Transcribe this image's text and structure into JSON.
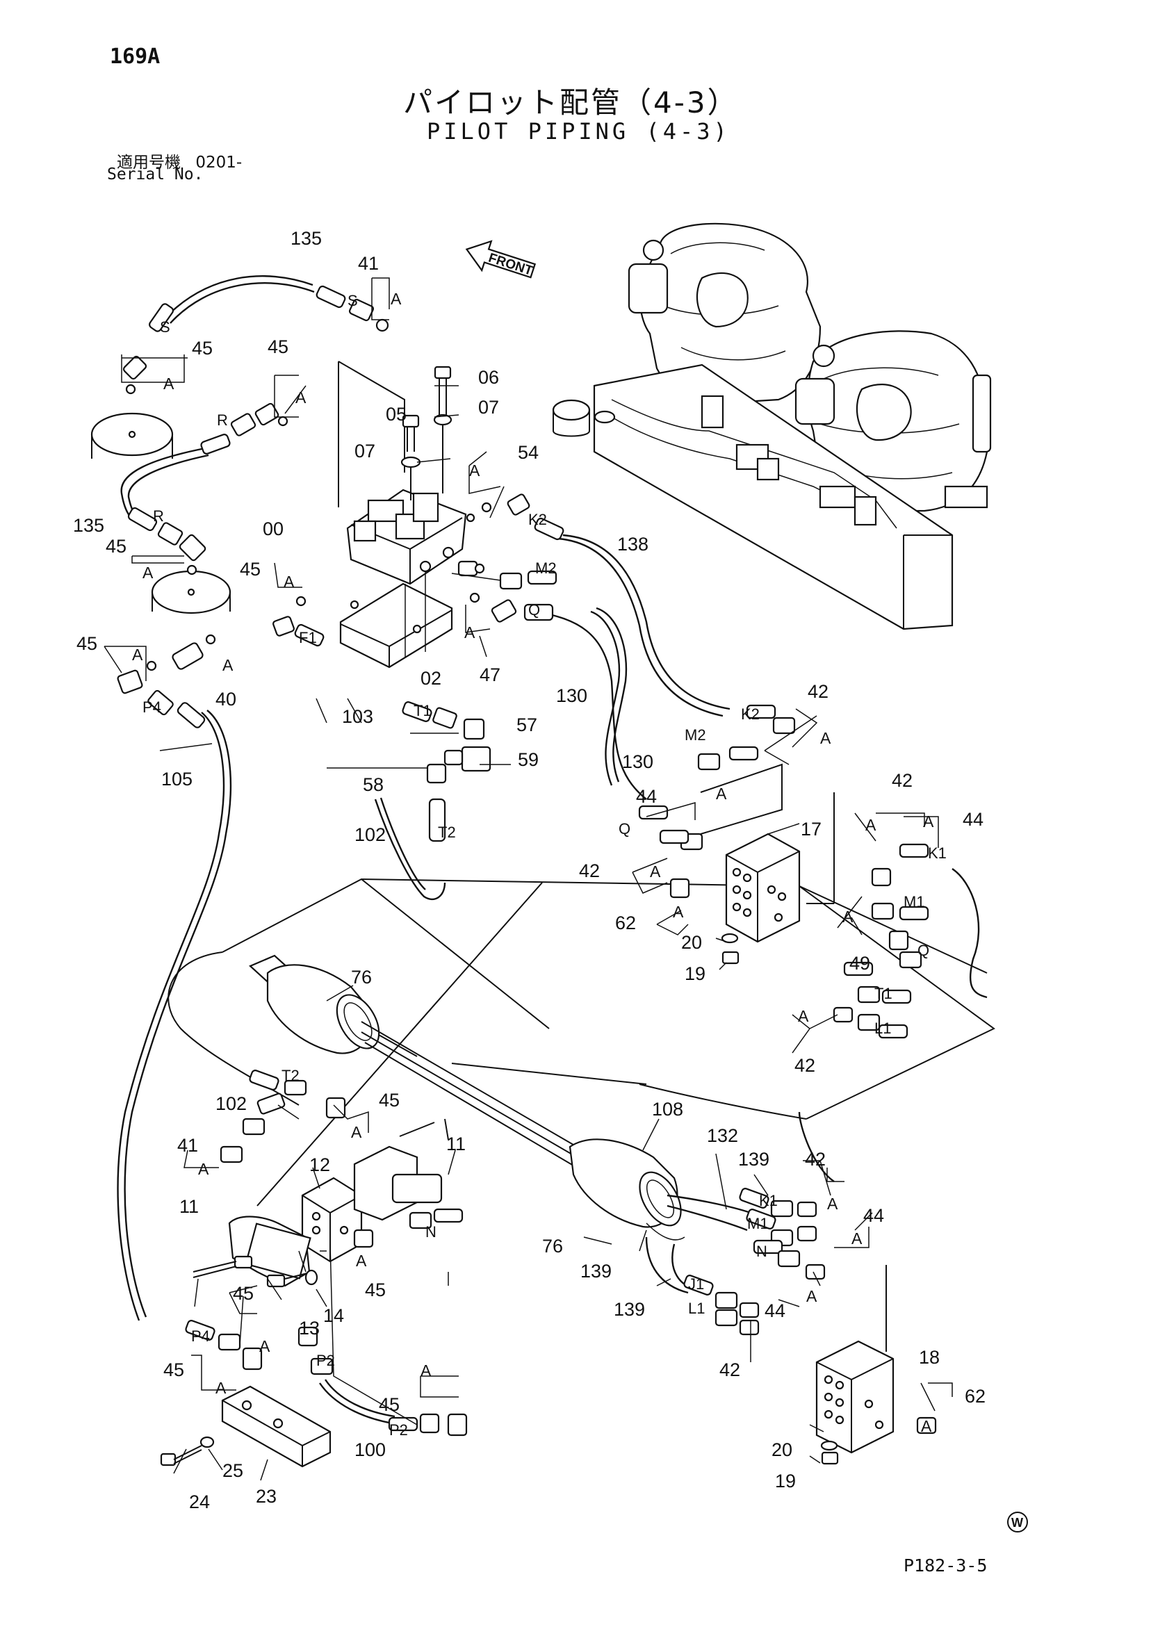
{
  "header": {
    "page_no": "169A",
    "title_jp": "パイロット配管（4-3）",
    "title_en": "PILOT PIPING (4-3)",
    "serial_label_jp": "適用号機",
    "serial_value": "0201-",
    "serial_label_en": "Serial No."
  },
  "front_label": "FRONT",
  "callouts": [
    {
      "id": "c135a",
      "text": "135"
    },
    {
      "id": "c41a",
      "text": "41"
    },
    {
      "id": "cAa",
      "text": "A"
    },
    {
      "id": "c45a",
      "text": "45"
    },
    {
      "id": "cAb",
      "text": "A"
    },
    {
      "id": "c45b",
      "text": "45"
    },
    {
      "id": "cAc",
      "text": "A"
    },
    {
      "id": "c06",
      "text": "06"
    },
    {
      "id": "c05",
      "text": "05"
    },
    {
      "id": "c07a",
      "text": "07"
    },
    {
      "id": "c07b",
      "text": "07"
    },
    {
      "id": "c54",
      "text": "54"
    },
    {
      "id": "cAd",
      "text": "A"
    },
    {
      "id": "c135b",
      "text": "135"
    },
    {
      "id": "c00",
      "text": "00"
    },
    {
      "id": "c45c",
      "text": "45"
    },
    {
      "id": "cAe",
      "text": "A"
    },
    {
      "id": "c138",
      "text": "138"
    },
    {
      "id": "c45d",
      "text": "45"
    },
    {
      "id": "cAf",
      "text": "A"
    },
    {
      "id": "c45e",
      "text": "45"
    },
    {
      "id": "cAg",
      "text": "A"
    },
    {
      "id": "cAh",
      "text": "A"
    },
    {
      "id": "c40",
      "text": "40"
    },
    {
      "id": "c02",
      "text": "02"
    },
    {
      "id": "cAi",
      "text": "A"
    },
    {
      "id": "c47",
      "text": "47"
    },
    {
      "id": "c130a",
      "text": "130"
    },
    {
      "id": "c42a",
      "text": "42"
    },
    {
      "id": "cAj",
      "text": "A"
    },
    {
      "id": "c103",
      "text": "103"
    },
    {
      "id": "c57",
      "text": "57"
    },
    {
      "id": "c59",
      "text": "59"
    },
    {
      "id": "c130b",
      "text": "130"
    },
    {
      "id": "c105",
      "text": "105"
    },
    {
      "id": "c58",
      "text": "58"
    },
    {
      "id": "c44a",
      "text": "44"
    },
    {
      "id": "cAk",
      "text": "A"
    },
    {
      "id": "c42b",
      "text": "42"
    },
    {
      "id": "cAl",
      "text": "A"
    },
    {
      "id": "c44b",
      "text": "44"
    },
    {
      "id": "cAm",
      "text": "A"
    },
    {
      "id": "c102a",
      "text": "102"
    },
    {
      "id": "c17",
      "text": "17"
    },
    {
      "id": "c42c",
      "text": "42"
    },
    {
      "id": "cAn",
      "text": "A"
    },
    {
      "id": "c62a",
      "text": "62"
    },
    {
      "id": "cAo",
      "text": "A"
    },
    {
      "id": "c20a",
      "text": "20"
    },
    {
      "id": "c49",
      "text": "49"
    },
    {
      "id": "cAp",
      "text": "A"
    },
    {
      "id": "c19a",
      "text": "19"
    },
    {
      "id": "c76a",
      "text": "76"
    },
    {
      "id": "cAq",
      "text": "A"
    },
    {
      "id": "c42d",
      "text": "42"
    },
    {
      "id": "c102b",
      "text": "102"
    },
    {
      "id": "c45f",
      "text": "45"
    },
    {
      "id": "cAr",
      "text": "A"
    },
    {
      "id": "c41b",
      "text": "41"
    },
    {
      "id": "cAs",
      "text": "A"
    },
    {
      "id": "c12",
      "text": "12"
    },
    {
      "id": "c11a",
      "text": "11"
    },
    {
      "id": "c108",
      "text": "108"
    },
    {
      "id": "c132",
      "text": "132"
    },
    {
      "id": "c139a",
      "text": "139"
    },
    {
      "id": "c42e",
      "text": "42"
    },
    {
      "id": "cAt",
      "text": "A"
    },
    {
      "id": "c44c",
      "text": "44"
    },
    {
      "id": "cAu",
      "text": "A"
    },
    {
      "id": "c11b",
      "text": "11"
    },
    {
      "id": "c76b",
      "text": "76"
    },
    {
      "id": "cAv",
      "text": "A"
    },
    {
      "id": "c45g",
      "text": "45"
    },
    {
      "id": "c139b",
      "text": "139"
    },
    {
      "id": "c139c",
      "text": "139"
    },
    {
      "id": "c44d",
      "text": "44"
    },
    {
      "id": "cAw",
      "text": "A"
    },
    {
      "id": "c45h",
      "text": "45"
    },
    {
      "id": "c13",
      "text": "13"
    },
    {
      "id": "c14",
      "text": "14"
    },
    {
      "id": "cAx",
      "text": "A"
    },
    {
      "id": "c45i",
      "text": "45"
    },
    {
      "id": "cAy",
      "text": "A"
    },
    {
      "id": "c42f",
      "text": "42"
    },
    {
      "id": "c18",
      "text": "18"
    },
    {
      "id": "c45j",
      "text": "45"
    },
    {
      "id": "cAz",
      "text": "A"
    },
    {
      "id": "c62b",
      "text": "62"
    },
    {
      "id": "cA2",
      "text": "A"
    },
    {
      "id": "c100",
      "text": "100"
    },
    {
      "id": "c20b",
      "text": "20"
    },
    {
      "id": "c25",
      "text": "25"
    },
    {
      "id": "c23",
      "text": "23"
    },
    {
      "id": "c24",
      "text": "24"
    },
    {
      "id": "c19b",
      "text": "19"
    }
  ],
  "port_labels": [
    {
      "id": "pS1",
      "text": "S"
    },
    {
      "id": "pS2",
      "text": "S"
    },
    {
      "id": "pR1",
      "text": "R"
    },
    {
      "id": "pR2",
      "text": "R"
    },
    {
      "id": "pK2a",
      "text": "K2"
    },
    {
      "id": "pM2a",
      "text": "M2"
    },
    {
      "id": "pQa",
      "text": "Q"
    },
    {
      "id": "pF1",
      "text": "F1"
    },
    {
      "id": "pP4a",
      "text": "P4"
    },
    {
      "id": "pT1a",
      "text": "T1"
    },
    {
      "id": "pK2b",
      "text": "K2"
    },
    {
      "id": "pM2b",
      "text": "M2"
    },
    {
      "id": "pT2a",
      "text": "T2"
    },
    {
      "id": "pQb",
      "text": "Q"
    },
    {
      "id": "pK1a",
      "text": "K1"
    },
    {
      "id": "pM1a",
      "text": "M1"
    },
    {
      "id": "pQc",
      "text": "Q"
    },
    {
      "id": "pT1b",
      "text": "T1"
    },
    {
      "id": "pL1a",
      "text": "L1"
    },
    {
      "id": "pT2b",
      "text": "T2"
    },
    {
      "id": "pN1",
      "text": "N"
    },
    {
      "id": "pK1b",
      "text": "K1"
    },
    {
      "id": "pM1b",
      "text": "M1"
    },
    {
      "id": "pN2",
      "text": "N"
    },
    {
      "id": "pJ1",
      "text": "J1"
    },
    {
      "id": "pL1b",
      "text": "L1"
    },
    {
      "id": "pP4b",
      "text": "P4"
    },
    {
      "id": "pP2a",
      "text": "P2"
    },
    {
      "id": "pP2b",
      "text": "P2"
    }
  ],
  "ref_code": "P182-3-5",
  "watermark_symbol": "W"
}
